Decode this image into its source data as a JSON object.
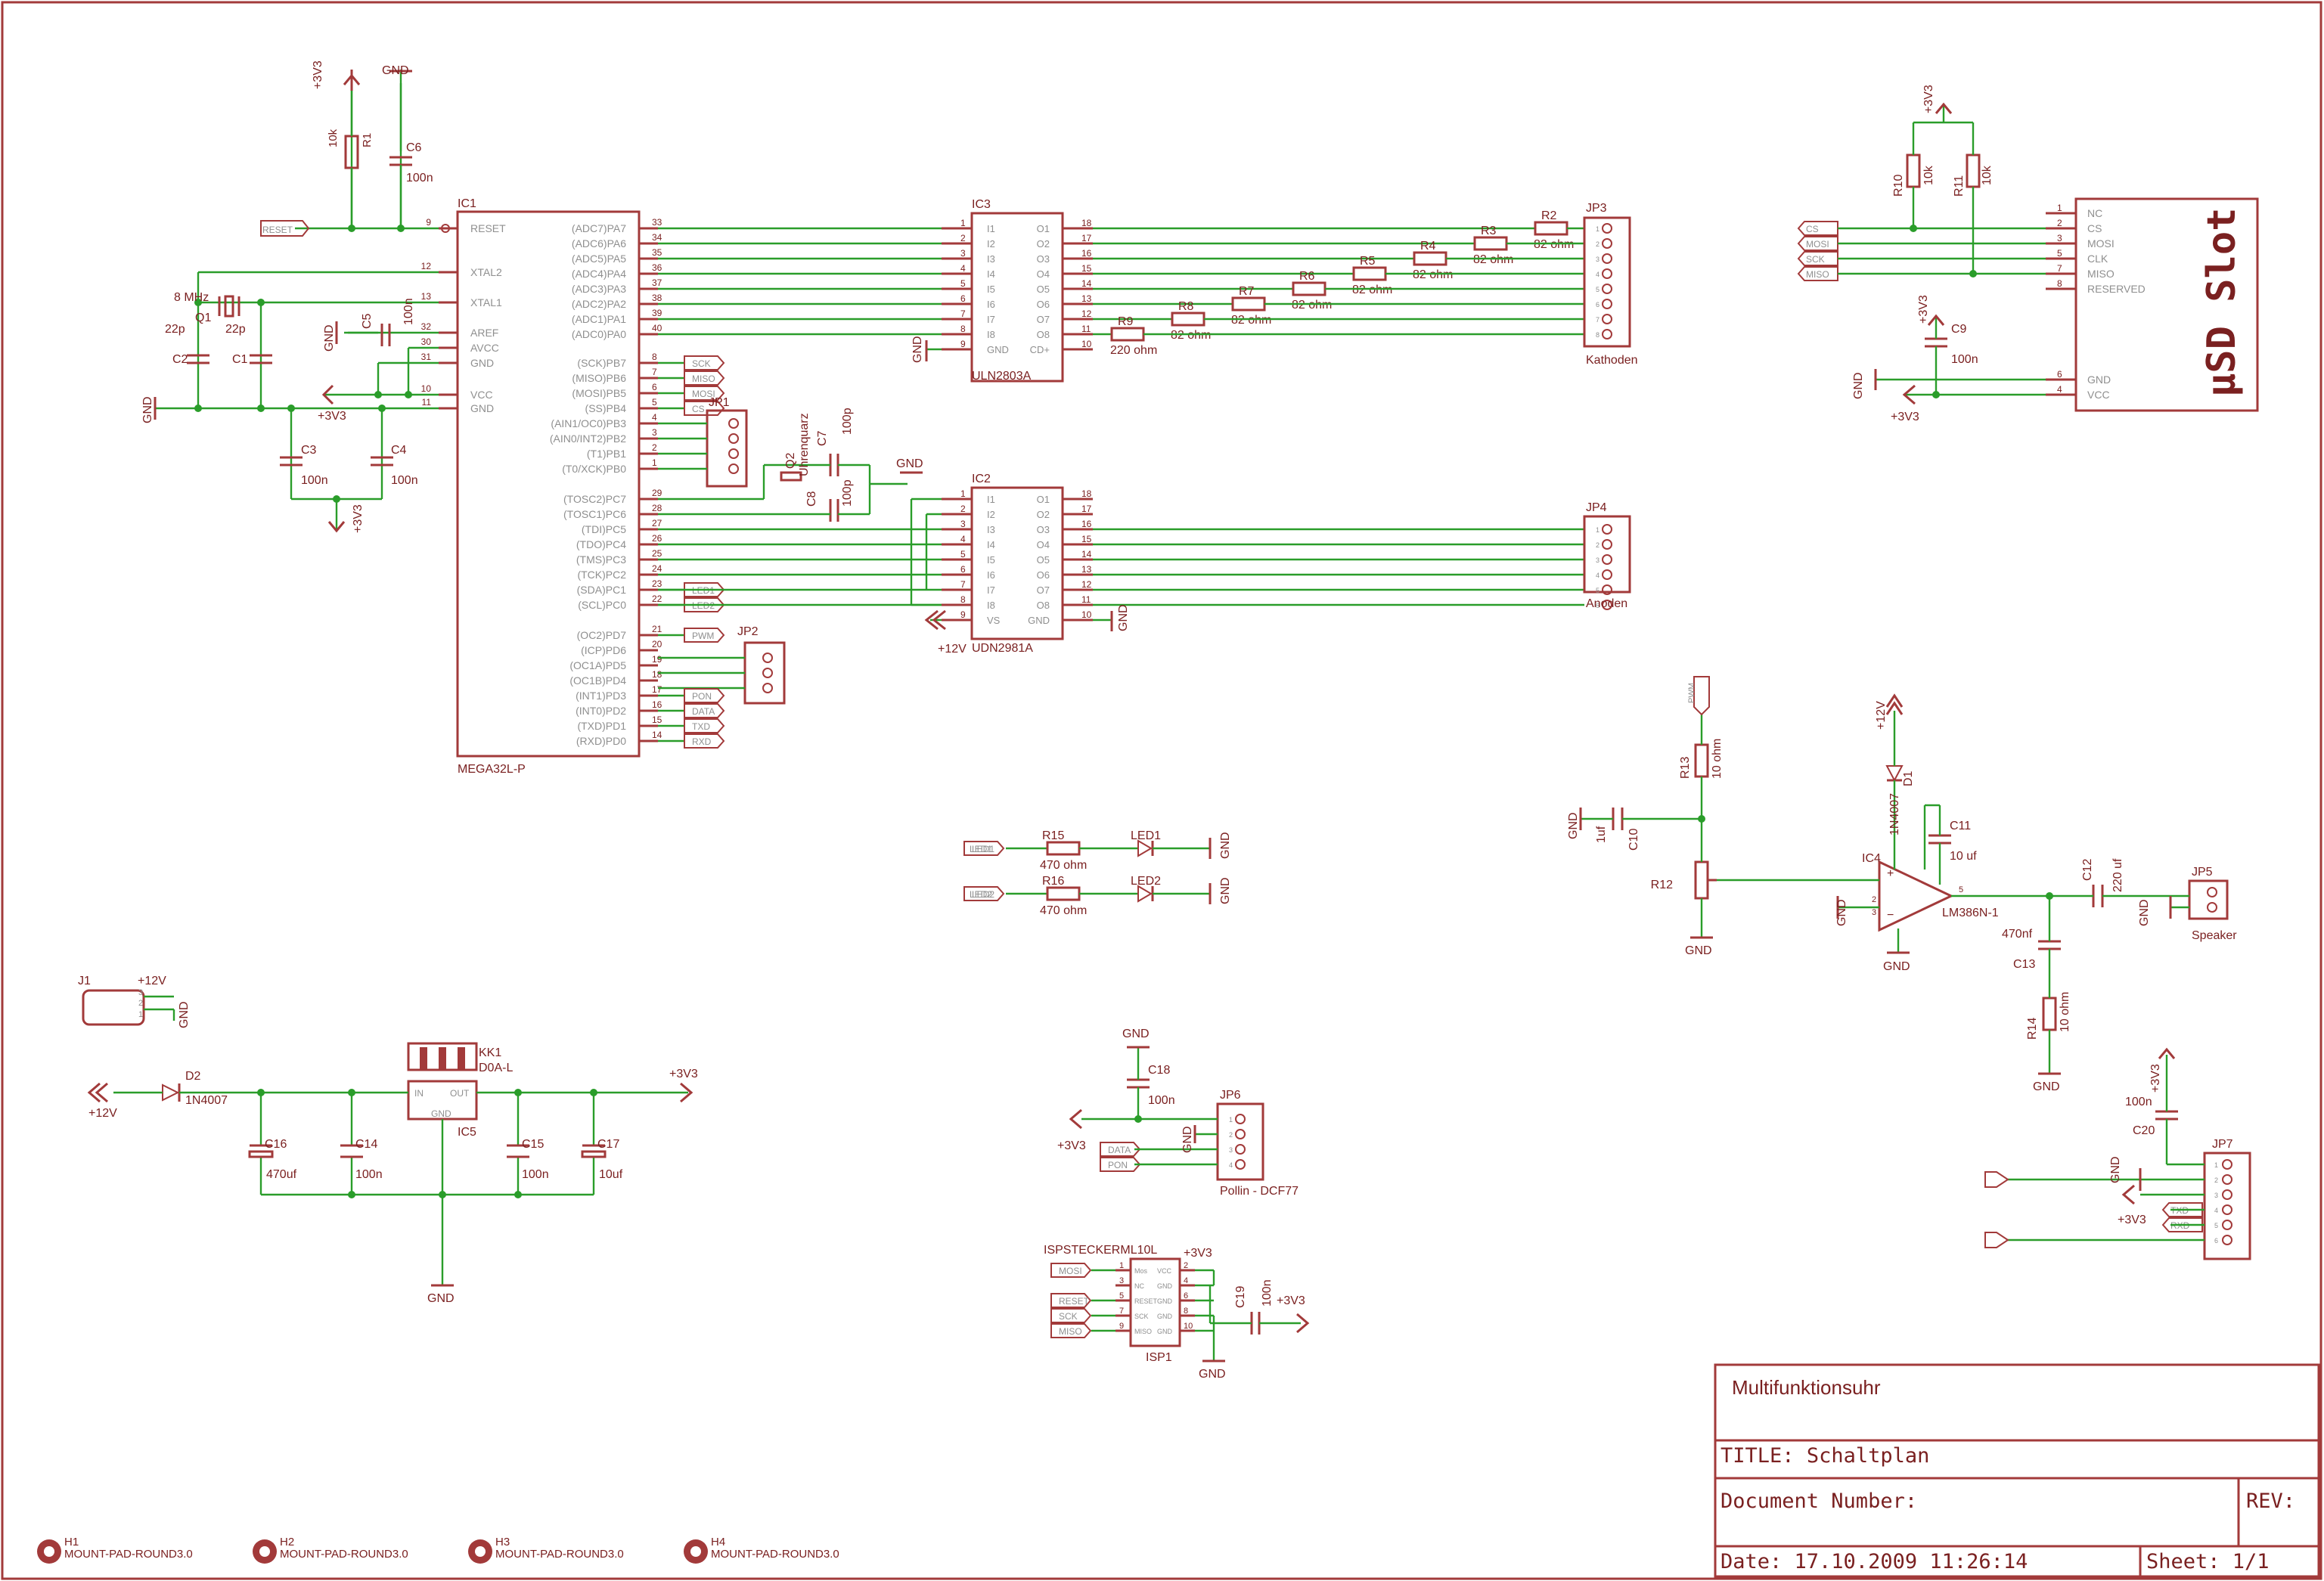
{
  "colors": {
    "part": "#a23a3a",
    "wire": "#2a9d2a",
    "text": "#7a2020",
    "label": "#8f8f8f"
  },
  "ic1": {
    "ref": "IC1",
    "value": "MEGA32L-P",
    "left_pins": [
      {
        "num": "9",
        "name": "RESET"
      },
      {
        "num": "12",
        "name": "XTAL2"
      },
      {
        "num": "13",
        "name": "XTAL1"
      },
      {
        "num": "32",
        "name": "AREF"
      },
      {
        "num": "30",
        "name": "AVCC"
      },
      {
        "num": "31",
        "name": "GND"
      },
      {
        "num": "10",
        "name": "VCC"
      },
      {
        "num": "11",
        "name": "GND"
      }
    ],
    "right_pins": [
      {
        "num": "33",
        "name": "(ADC7)PA7"
      },
      {
        "num": "34",
        "name": "(ADC6)PA6"
      },
      {
        "num": "35",
        "name": "(ADC5)PA5"
      },
      {
        "num": "36",
        "name": "(ADC4)PA4"
      },
      {
        "num": "37",
        "name": "(ADC3)PA3"
      },
      {
        "num": "38",
        "name": "(ADC2)PA2"
      },
      {
        "num": "39",
        "name": "(ADC1)PA1"
      },
      {
        "num": "40",
        "name": "(ADC0)PA0"
      },
      {
        "num": "8",
        "name": "(SCK)PB7"
      },
      {
        "num": "7",
        "name": "(MISO)PB6"
      },
      {
        "num": "6",
        "name": "(MOSI)PB5"
      },
      {
        "num": "5",
        "name": "(SS)PB4"
      },
      {
        "num": "4",
        "name": "(AIN1/OC0)PB3"
      },
      {
        "num": "3",
        "name": "(AIN0/INT2)PB2"
      },
      {
        "num": "2",
        "name": "(T1)PB1"
      },
      {
        "num": "1",
        "name": "(T0/XCK)PB0"
      },
      {
        "num": "29",
        "name": "(TOSC2)PC7"
      },
      {
        "num": "28",
        "name": "(TOSC1)PC6"
      },
      {
        "num": "27",
        "name": "(TDI)PC5"
      },
      {
        "num": "26",
        "name": "(TDO)PC4"
      },
      {
        "num": "25",
        "name": "(TMS)PC3"
      },
      {
        "num": "24",
        "name": "(TCK)PC2"
      },
      {
        "num": "23",
        "name": "(SDA)PC1"
      },
      {
        "num": "22",
        "name": "(SCL)PC0"
      },
      {
        "num": "21",
        "name": "(OC2)PD7"
      },
      {
        "num": "20",
        "name": "(ICP)PD6"
      },
      {
        "num": "19",
        "name": "(OC1A)PD5"
      },
      {
        "num": "18",
        "name": "(OC1B)PD4"
      },
      {
        "num": "17",
        "name": "(INT1)PD3"
      },
      {
        "num": "16",
        "name": "(INT0)PD2"
      },
      {
        "num": "15",
        "name": "(TXD)PD1"
      },
      {
        "num": "14",
        "name": "(RXD)PD0"
      }
    ],
    "port_labels": {
      "PB7": "SCK",
      "PB6": "MISO",
      "PB5": "MOSI",
      "PB4": "CS",
      "PC1": "LED1",
      "PC0": "LED2",
      "PD7": "PWM",
      "PD3": "PON",
      "PD2": "DATA",
      "PD1": "TXD",
      "PD0": "RXD"
    }
  },
  "ic3": {
    "ref": "IC3",
    "value": "ULN2803A",
    "left": [
      {
        "num": "1",
        "name": "I1"
      },
      {
        "num": "2",
        "name": "I2"
      },
      {
        "num": "3",
        "name": "I3"
      },
      {
        "num": "4",
        "name": "I4"
      },
      {
        "num": "5",
        "name": "I5"
      },
      {
        "num": "6",
        "name": "I6"
      },
      {
        "num": "7",
        "name": "I7"
      },
      {
        "num": "8",
        "name": "I8"
      },
      {
        "num": "9",
        "name": "GND"
      }
    ],
    "right": [
      {
        "num": "18",
        "name": "O1"
      },
      {
        "num": "17",
        "name": "O2"
      },
      {
        "num": "16",
        "name": "O3"
      },
      {
        "num": "15",
        "name": "O4"
      },
      {
        "num": "14",
        "name": "O5"
      },
      {
        "num": "13",
        "name": "O6"
      },
      {
        "num": "12",
        "name": "O7"
      },
      {
        "num": "11",
        "name": "O8"
      },
      {
        "num": "10",
        "name": "CD+"
      }
    ]
  },
  "ic2": {
    "ref": "IC2",
    "value": "UDN2981A",
    "left": [
      {
        "num": "1",
        "name": "I1"
      },
      {
        "num": "2",
        "name": "I2"
      },
      {
        "num": "3",
        "name": "I3"
      },
      {
        "num": "4",
        "name": "I4"
      },
      {
        "num": "5",
        "name": "I5"
      },
      {
        "num": "6",
        "name": "I6"
      },
      {
        "num": "7",
        "name": "I7"
      },
      {
        "num": "8",
        "name": "I8"
      },
      {
        "num": "9",
        "name": "VS"
      }
    ],
    "right": [
      {
        "num": "18",
        "name": "O1"
      },
      {
        "num": "17",
        "name": "O2"
      },
      {
        "num": "16",
        "name": "O3"
      },
      {
        "num": "15",
        "name": "O4"
      },
      {
        "num": "14",
        "name": "O5"
      },
      {
        "num": "13",
        "name": "O6"
      },
      {
        "num": "12",
        "name": "O7"
      },
      {
        "num": "11",
        "name": "O8"
      },
      {
        "num": "10",
        "name": "GND"
      }
    ]
  },
  "kathoden_resistors": [
    {
      "ref": "R2",
      "value": "82 ohm"
    },
    {
      "ref": "R3",
      "value": "82 ohm"
    },
    {
      "ref": "R4",
      "value": "82 ohm"
    },
    {
      "ref": "R5",
      "value": "82 ohm"
    },
    {
      "ref": "R6",
      "value": "82 ohm"
    },
    {
      "ref": "R7",
      "value": "82 ohm"
    },
    {
      "ref": "R8",
      "value": "82 ohm"
    },
    {
      "ref": "R9",
      "value": "220 ohm"
    }
  ],
  "jp3": {
    "ref": "JP3",
    "value": "Kathoden",
    "pins": [
      "1",
      "2",
      "3",
      "4",
      "5",
      "6",
      "7",
      "8"
    ]
  },
  "jp4": {
    "ref": "JP4",
    "value": "Anoden",
    "pins": [
      "1",
      "2",
      "3",
      "4",
      "5",
      "6"
    ]
  },
  "usd": {
    "title": "µSD Slot",
    "pins": [
      {
        "num": "1",
        "name": "NC"
      },
      {
        "num": "2",
        "name": "CS"
      },
      {
        "num": "3",
        "name": "MOSI"
      },
      {
        "num": "5",
        "name": "CLK"
      },
      {
        "num": "7",
        "name": "MISO"
      },
      {
        "num": "8",
        "name": "RESERVED"
      },
      {
        "num": "6",
        "name": "GND"
      },
      {
        "num": "4",
        "name": "VCC"
      }
    ],
    "net_labels": [
      "CS",
      "MOSI",
      "SCK",
      "MISO"
    ]
  },
  "labels": {
    "supply_3v3": "+3V3",
    "supply_12v": "+12V",
    "gnd": "GND",
    "r1": "R1",
    "r1_value": "10k",
    "c6": "C6",
    "c6_value": "100n",
    "q1": "Q1",
    "q1_value": "8 MHz",
    "c1": "C1",
    "c1_value": "22p",
    "c2": "C2",
    "c2_value": "22p",
    "c5": "C5",
    "c5_value": "100n",
    "c3": "C3",
    "c3_value": "100n",
    "c4": "C4",
    "c4_value": "100n",
    "reset": "RESET",
    "jp1": "JP1",
    "jp2": "JP2",
    "q2": "Q2",
    "q2_value": "Uhrenquarz",
    "c7": "C7",
    "c7_value": "100p",
    "c8": "C8",
    "c8_value": "100p",
    "r10": "R10",
    "r10_value": "10k",
    "r11": "R11",
    "r11_value": "10k",
    "c9": "C9",
    "c9_value": "100n",
    "r13": "R13",
    "r13_value": "10 ohm",
    "r12": "R12",
    "c10": "C10",
    "c10_value": "1uf",
    "pwm": "PWM",
    "d1": "D1",
    "d1_value": "1N4007",
    "c11": "C11",
    "c11_value": "10 uf",
    "ic4": "IC4",
    "ic4_value": "LM386N-1",
    "c12": "C12",
    "c12_value": "220 uf",
    "c13": "C13",
    "c13_value": "470nf",
    "r14": "R14",
    "r14_value": "10 ohm",
    "jp5": "JP5",
    "jp5_value": "Speaker",
    "j1": "J1",
    "d2": "D2",
    "d2_value": "1N4007",
    "kk1": "KK1",
    "kk1_value": "D0A-L",
    "ic5": "IC5",
    "ic5_in": "IN",
    "ic5_out": "OUT",
    "ic5_gnd": "GND",
    "c16": "C16",
    "c16_value": "470uf",
    "c14": "C14",
    "c14_value": "100n",
    "c15": "C15",
    "c15_value": "100n",
    "c17": "C17",
    "c17_value": "10uf",
    "jp6": "JP6",
    "jp6_value": "Pollin - DCF77",
    "c18": "C18",
    "c18_value": "100n",
    "data": "DATA",
    "pon": "PON",
    "isp_ref": "ISPSTECKERML10L",
    "isp1": "ISP1",
    "c19": "C19",
    "c19_value": "100n",
    "jp7": "JP7",
    "c20": "C20",
    "c20_value": "100n",
    "txd": "TXD",
    "rxd": "RXD"
  },
  "leds": [
    {
      "label": "LED1",
      "res": "R15",
      "res_value": "470 ohm",
      "led": "LED1"
    },
    {
      "label": "LED2",
      "res": "R16",
      "res_value": "470 ohm",
      "led": "LED2"
    }
  ],
  "isp": {
    "left_labels": [
      "MOSI",
      "RESET",
      "SCK",
      "MISO"
    ],
    "pins_left": [
      "1",
      "3",
      "5",
      "7",
      "9"
    ],
    "pins_right": [
      "2",
      "4",
      "6",
      "8",
      "10"
    ],
    "inner_left": [
      "Mos",
      "NC",
      "RESET",
      "SCK",
      "MISO"
    ],
    "inner_right": [
      "VCC",
      "GND",
      "GND",
      "GND",
      "GND"
    ]
  },
  "mount_pads": [
    {
      "ref": "H1",
      "value": "MOUNT-PAD-ROUND3.0"
    },
    {
      "ref": "H2",
      "value": "MOUNT-PAD-ROUND3.0"
    },
    {
      "ref": "H3",
      "value": "MOUNT-PAD-ROUND3.0"
    },
    {
      "ref": "H4",
      "value": "MOUNT-PAD-ROUND3.0"
    }
  ],
  "title_block": {
    "project": "Multifunktionsuhr",
    "title_label": "TITLE:",
    "title_value": "Schaltplan",
    "document_number_label": "Document Number:",
    "rev_label": "REV:",
    "date": "Date: 17.10.2009 11:26:14",
    "sheet": "Sheet: 1/1"
  }
}
